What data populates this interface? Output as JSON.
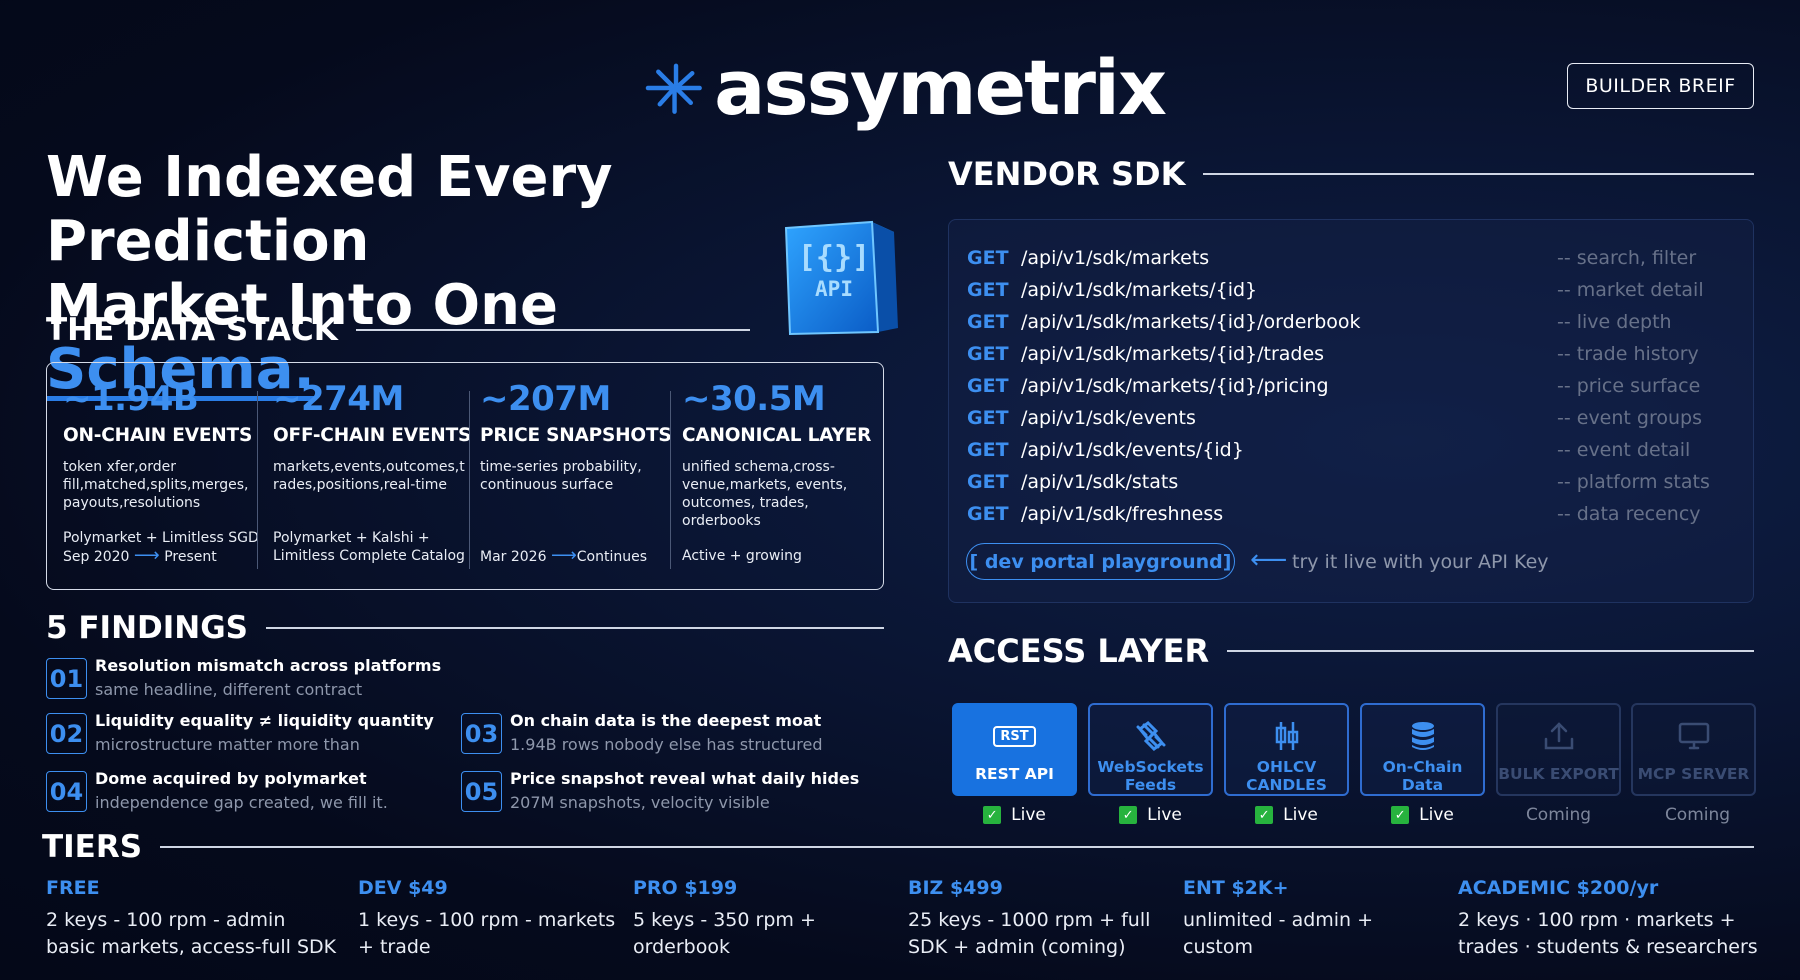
{
  "brand": {
    "name": "assymetrix",
    "badge_label": "BUILDER BREIF"
  },
  "hero": {
    "line1": "We Indexed Every Prediction",
    "line2_prefix": "Market Into One ",
    "line2_highlight": "Schema.",
    "api_badge_symbol": "[{}]",
    "api_badge_text": "API"
  },
  "data_stack": {
    "title": "THE DATA STACK",
    "columns": [
      {
        "number": "~1.94B",
        "label": "ON-CHAIN EVENTS",
        "desc": [
          "token xfer,order",
          "fill,matched,splits,merges,",
          "payouts,resolutions"
        ],
        "foot1": "Polymarket + Limitless SGD",
        "foot_from": "Sep 2020",
        "foot_to": "Present"
      },
      {
        "number": "~274M",
        "label": "OFF-CHAIN EVENTS",
        "desc": [
          "markets,events,outcomes,t",
          "rades,positions,real-time"
        ],
        "foot1": "Polymarket + Kalshi +",
        "foot2": "Limitless Complete Catalog"
      },
      {
        "number": "~207M",
        "label": "PRICE SNAPSHOTS",
        "desc": [
          "time-series probability,",
          "continuous surface"
        ],
        "foot_from": "Mar 2026",
        "foot_to": "Continues"
      },
      {
        "number": "~30.5M",
        "label": "CANONICAL LAYER",
        "desc": [
          "unified schema,cross-",
          "venue,markets, events,",
          "outcomes, trades,",
          "orderbooks"
        ],
        "foot1": "Active + growing"
      }
    ]
  },
  "findings": {
    "title": "5 FINDINGS",
    "items": [
      {
        "num": "01",
        "title": "Resolution mismatch across platforms",
        "sub": "same headline, different contract"
      },
      {
        "num": "02",
        "title": "Liquidity equality ≠ liquidity quantity",
        "sub": "microstructure matter more than"
      },
      {
        "num": "03",
        "title": "On chain data is the deepest moat",
        "sub": "1.94B rows nobody else has structured"
      },
      {
        "num": "04",
        "title": "Dome acquired by polymarket",
        "sub": "independence gap created, we fill it."
      },
      {
        "num": "05",
        "title": "Price snapshot reveal what daily hides",
        "sub": "207M snapshots, velocity visible"
      }
    ]
  },
  "vendor_sdk": {
    "title": "VENDOR SDK",
    "endpoints": [
      {
        "method": "GET",
        "path": "/api/v1/sdk/markets",
        "comment": "-- search, filter"
      },
      {
        "method": "GET",
        "path": "/api/v1/sdk/markets/{id}",
        "comment": "-- market detail"
      },
      {
        "method": "GET",
        "path": "/api/v1/sdk/markets/{id}/orderbook",
        "comment": "-- live depth"
      },
      {
        "method": "GET",
        "path": "/api/v1/sdk/markets/{id}/trades",
        "comment": "-- trade history"
      },
      {
        "method": "GET",
        "path": "/api/v1/sdk/markets/{id}/pricing",
        "comment": "-- price surface"
      },
      {
        "method": "GET",
        "path": "/api/v1/sdk/events",
        "comment": "-- event groups"
      },
      {
        "method": "GET",
        "path": "/api/v1/sdk/events/{id}",
        "comment": "-- event detail"
      },
      {
        "method": "GET",
        "path": "/api/v1/sdk/stats",
        "comment": "-- platform stats"
      },
      {
        "method": "GET",
        "path": "/api/v1/sdk/freshness",
        "comment": "-- data recency"
      }
    ],
    "playground_label": "[ dev portal playground]",
    "try_text": "try it live with your API Key"
  },
  "access_layer": {
    "title": "ACCESS LAYER",
    "cards": [
      {
        "icon": "rest-icon",
        "icon_text": "RST",
        "label1": "REST API",
        "label2": "",
        "status": "Live",
        "state": "active"
      },
      {
        "icon": "websocket-plug-icon",
        "label1": "WebSockets",
        "label2": "Feeds",
        "status": "Live",
        "state": "live"
      },
      {
        "icon": "candlestick-icon",
        "label1": "OHLCV",
        "label2": "CANDLES",
        "status": "Live",
        "state": "live"
      },
      {
        "icon": "database-icon",
        "label1": "On-Chain",
        "label2": "Data",
        "status": "Live",
        "state": "live"
      },
      {
        "icon": "upload-icon",
        "label1": "BULK EXPORT",
        "label2": "",
        "status": "Coming",
        "state": "off"
      },
      {
        "icon": "monitor-icon",
        "label1": "MCP SERVER",
        "label2": "",
        "status": "Coming",
        "state": "off"
      }
    ]
  },
  "tiers": {
    "title": "TIERS",
    "items": [
      {
        "name": "FREE",
        "line1": "2 keys - 100 rpm - admin",
        "line2": "basic markets, access-full SDK"
      },
      {
        "name": "DEV $49",
        "line1": "1 keys - 100 rpm - markets",
        "line2": "+ trade"
      },
      {
        "name": "PRO $199",
        "line1": "5 keys - 350 rpm +",
        "line2": "orderbook"
      },
      {
        "name": "BIZ $499",
        "line1": "25 keys - 1000 rpm + full",
        "line2": "SDK + admin (coming)"
      },
      {
        "name": "ENT $2K+",
        "line1": "unlimited - admin +",
        "line2": "custom"
      },
      {
        "name": "ACADEMIC $200/yr",
        "line1": "2 keys · 100 rpm · markets +",
        "line2": "trades · students & researchers"
      }
    ]
  },
  "colors": {
    "accent": "#3d8ff0",
    "active_card": "#1872e0",
    "live_check": "#27b33e",
    "background": "#050a1c"
  }
}
